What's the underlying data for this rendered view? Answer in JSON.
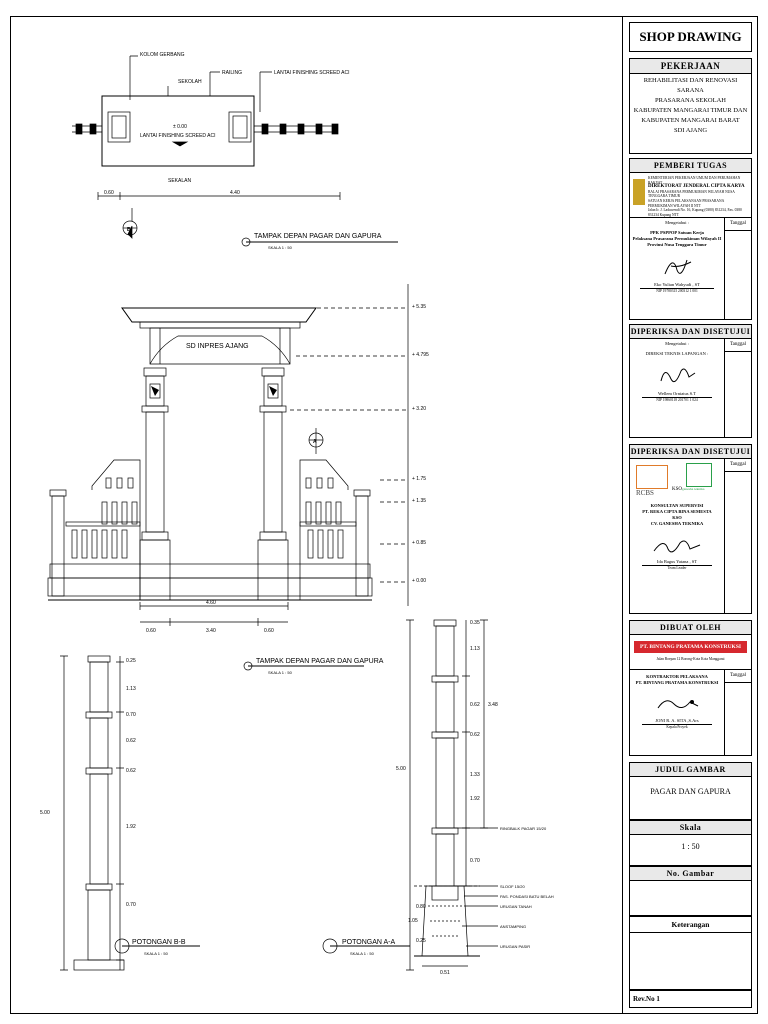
{
  "title_block": {
    "heading": "SHOP DRAWING",
    "pekerjaan": {
      "label": "PEKERJAAN",
      "lines": [
        "REHABILITASI DAN RENOVASI SARANA",
        "PRASARANA SEKOLAH",
        "KABUPATEN MANGARAI TIMUR DAN",
        "KABUPATEN MANGARAI BARAT",
        "SDI AJANG"
      ]
    },
    "pemberi_tugas": {
      "label": "PEMBERI TUGAS",
      "logo_lines": [
        "KEMENTERIAN PEKERJAAN UMUM DAN PERUMAHAN RAKYAT",
        "DIREKTORAT JENDERAL CIPTA KARYA",
        "BALAI PRASARANA PERMUKIMAN WILAYAH NUSA TENGGARA TIMUR",
        "SATUAN KERJA PELAKSANAAN PRASARANA PERMUKIMAN WILAYAH II NTT",
        "Jalan Ir. J. Laduwendi No. 16, Kupang (0380) 831234, Fax. 0380 831234 Kupang NTT"
      ],
      "mengetahui": "Mengetahui :",
      "tanggal": "Tanggal",
      "role_lines": [
        "PPK PSPPOP Satuan Kerja",
        "Pelaksana Prasarana Permukiman Wilayah II",
        "Provinsi Nusa Tenggara Timur"
      ],
      "name": "Eko Yulian Wahyudi , ST",
      "nip": "NIP 19780315 200312 1 001"
    },
    "diperiksa_1": {
      "label": "DIPERIKSA DAN DISETUJUI",
      "mengetahui": "Mengetahui :",
      "role": "DIREKSI TEKNIS LAPANGAN :",
      "tanggal": "Tanggal",
      "name": "Wellem Orniatus S.T",
      "nip": "NIP 19860118 201701 1 024"
    },
    "diperiksa_2": {
      "label": "DIPERIKSA DAN DISETUJUI",
      "tanggal": "Tanggal",
      "logo_1": "RCBS",
      "logo_2": "ganesha teknika",
      "kso": "KSO",
      "role": "KONSULTAN SUPERVISI",
      "firm_1": "PT. REKA CIPTA BINA SEMESTA",
      "kso_2": "KSO",
      "firm_2": "CV. GANESHA TEKNIKA",
      "name": "Ida Bagus Yatana , ST",
      "title": "Team Leader"
    },
    "dibuat_oleh": {
      "label": "DIBUAT OLEH",
      "logo_text": "PT. BINTANG PRATAMA KONSTRUKSI",
      "address": "Jalan Boepan 12 Borong-Kota Kota Manggarai",
      "role": "KONTRAKTOR PELAKSANA",
      "firm": "PT. BINTANG PRATAMA KONSTRUKSI",
      "tanggal": "Tanggal",
      "name": "JONI R. A. SITA ,S.Ars",
      "title": "Kepala Proyek"
    },
    "judul_gambar": {
      "label": "JUDUL GAMBAR",
      "value": "PAGAR DAN GAPURA"
    },
    "skala": {
      "label": "Skala",
      "value": "1 : 50"
    },
    "no_gambar": {
      "label": "No. Gambar",
      "value": ""
    },
    "keterangan": {
      "label": "Keterangan"
    },
    "rev": "Rev.No 1"
  },
  "drawing": {
    "plan": {
      "labels": {
        "kolom": "KOLOM GERBANG",
        "railing": "RAILING",
        "lantai": "LANTAI FINISHING SCREED ACI",
        "sekolah": "SEKOLAH",
        "level": "± 0.00",
        "lantai_center": "LANTAI FINISHING SCREED ACI",
        "jalan": "SEKALAN",
        "dim_total": "4.40",
        "dim_small": "0.60"
      },
      "section_marker": "B"
    },
    "titles": {
      "plan_title": "TAMPAK DEPAN PAGAR DAN GAPURA",
      "plan_scale": "SKALA 1 : 50",
      "elev_title": "TAMPAK DEPAN PAGAR DAN GAPURA",
      "elev_scale": "SKALA 1 : 50",
      "sec_b_title": "POTONGAN B-B",
      "sec_b_scale": "SKALA 1 : 50",
      "sec_a_title": "POTONGAN A-A",
      "sec_a_scale": "SKALA 1 : 50"
    },
    "elevation": {
      "sign_text": "SD INPRES AJANG",
      "levels": [
        "+ 5.35",
        "+ 4.795",
        "+ 3.20",
        "+ 1.75",
        "+ 1.35",
        "+ 0.85",
        "+ 0.00"
      ],
      "dim_bottom": [
        "0.60",
        "3.40",
        "0.60"
      ],
      "dim_top": "4.60",
      "section_marker": "A"
    },
    "section_b": {
      "dims": [
        "0.25",
        "1.13",
        "0.70",
        "0.62",
        "0.62",
        "1.92",
        "0.70",
        "5.00"
      ]
    },
    "section_a": {
      "dims": [
        "0.35",
        "1.13",
        "0.62",
        "0.62",
        "1.33",
        "1.92",
        "0.70",
        "3.48",
        "5.00",
        "1.05",
        "0.80",
        "0.25",
        "0.51"
      ],
      "notes": [
        "RINGBALK PAGAR 15/20",
        "SLOOF 15/20",
        "PAS. PONDASI BATU BELAH",
        "URUGAN TANAH",
        "ANSTAMPING",
        "URUGAN PASIR"
      ]
    }
  }
}
